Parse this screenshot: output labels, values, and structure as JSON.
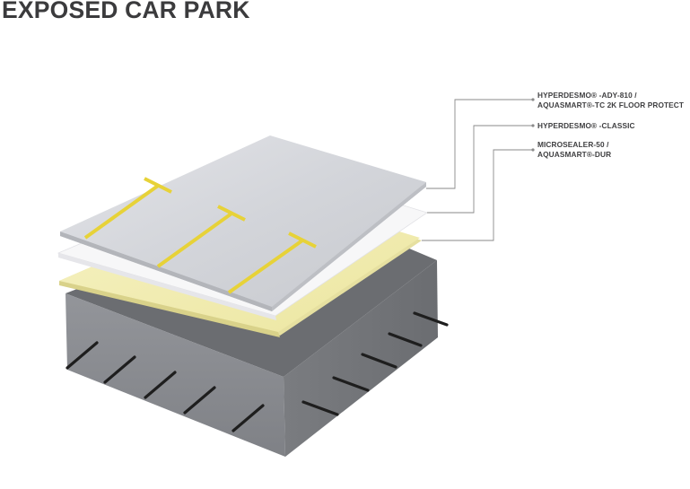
{
  "title": "EXPOSED CAR PARK",
  "layers": [
    {
      "id": "top-coat",
      "lines": [
        "HYPERDESMO® -ADY-810 /",
        "AQUASMART®-TC 2K FLOOR PROTECT"
      ],
      "color": "#cfd1d6"
    },
    {
      "id": "membrane",
      "lines": [
        "HYPERDESMO® -CLASSIC"
      ],
      "color": "#f7f7f8"
    },
    {
      "id": "primer",
      "lines": [
        "MICROSEALER-50 /",
        "AQUASMART®-DUR"
      ],
      "color": "#f3efb3"
    }
  ],
  "colors": {
    "concrete_front": "#8c8e92",
    "concrete_right": "#76787c",
    "concrete_top": "#6b6d71",
    "parking_lines": "#e7d238",
    "leader": "#8a8a8a",
    "rebar": "#1e1e1e"
  }
}
